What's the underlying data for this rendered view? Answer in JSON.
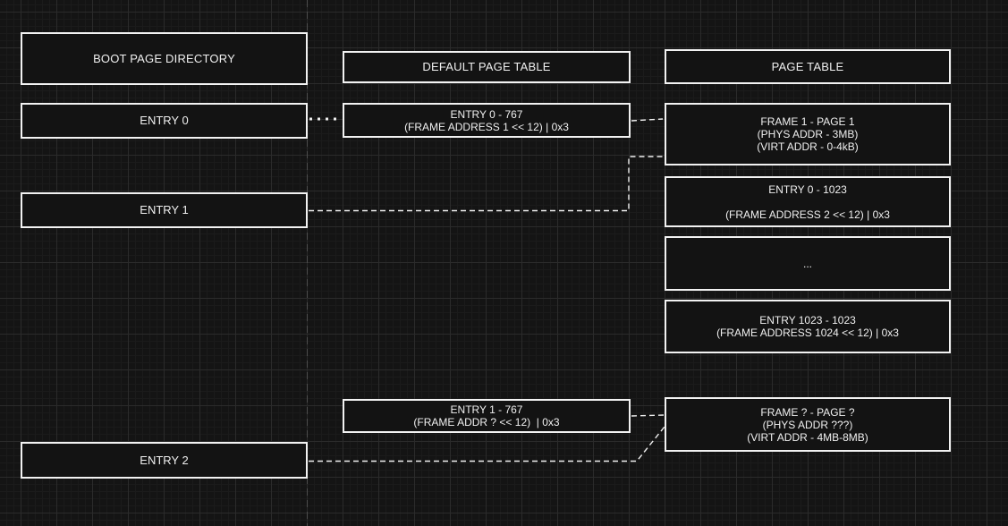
{
  "colors": {
    "background": "#141414",
    "grid_major": "#2b2b2b",
    "grid_minor": "#1b1b1b",
    "node_fill": "#131313",
    "node_border": "#f2f2f2",
    "text": "#f0f0f0",
    "connector": "#f0f0f0",
    "page_guide": "#4d4d4d"
  },
  "nodes": {
    "boot_dir_header": {
      "lines": [
        "BOOT PAGE DIRECTORY"
      ]
    },
    "boot_entry0": {
      "lines": [
        "ENTRY 0"
      ]
    },
    "boot_entry1": {
      "lines": [
        "ENTRY 1"
      ]
    },
    "boot_entry2": {
      "lines": [
        "ENTRY 2"
      ]
    },
    "default_pt_header": {
      "lines": [
        "DEFAULT PAGE TABLE"
      ]
    },
    "default_pt_entry0": {
      "lines": [
        "ENTRY 0 - 767",
        "(FRAME ADDRESS 1 << 12) | 0x3"
      ]
    },
    "default_pt_entry1": {
      "lines": [
        "ENTRY 1 - 767",
        "(FRAME ADDR ? << 12)  | 0x3"
      ]
    },
    "pt_header": {
      "lines": [
        "PAGE TABLE"
      ]
    },
    "pt_frame1": {
      "lines": [
        "FRAME 1 - PAGE 1",
        "(PHYS ADDR - 3MB)",
        "(VIRT ADDR - 0-4kB)"
      ]
    },
    "pt_entry0": {
      "lines": [
        "ENTRY 0 - 1023",
        "",
        "(FRAME ADDRESS 2 << 12) | 0x3"
      ]
    },
    "pt_ellipsis": {
      "lines": [
        "..."
      ]
    },
    "pt_entry1023": {
      "lines": [
        "ENTRY 1023 - 1023",
        "(FRAME ADDRESS 1024 << 12) | 0x3"
      ]
    },
    "pt_frame_q": {
      "lines": [
        "FRAME ? - PAGE ?",
        "(PHYS ADDR ???)",
        "(VIRT ADDR - 4MB-8MB)"
      ]
    }
  }
}
